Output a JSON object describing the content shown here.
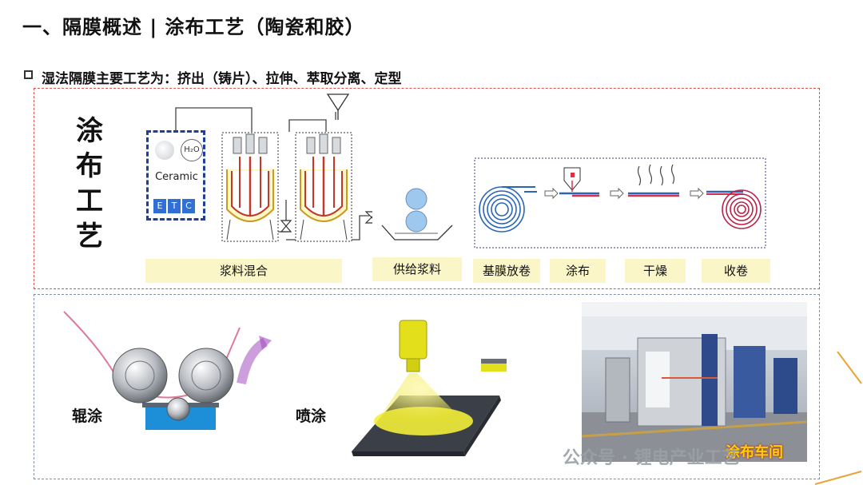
{
  "header": {
    "title": "一、隔膜概述 | 涂布工艺（陶瓷和胶）",
    "subtitle": "湿法隔膜主要工艺为：挤出（铸片）、拉伸、萃取分离、定型"
  },
  "top_panel": {
    "vertical_title": [
      "涂",
      "布",
      "工",
      "艺"
    ],
    "materials": {
      "h2o": "H₂O",
      "ceramic": "Ceramic",
      "etc": [
        "E",
        "T",
        "C"
      ]
    },
    "captions": [
      "浆料混合",
      "供给浆料",
      "基膜放卷",
      "涂布",
      "干燥",
      "收卷"
    ]
  },
  "bottom_panel": {
    "roll_label": "辊涂",
    "spray_label": "喷涂",
    "photo_caption": "涂布车间"
  },
  "watermark": "公众号 · 锂电产业工艺",
  "colors": {
    "accent_red": "#d9534f",
    "tank_red": "#c0392b",
    "sky": "#9ec8ee",
    "caption_bg": "#fbf6c8"
  }
}
